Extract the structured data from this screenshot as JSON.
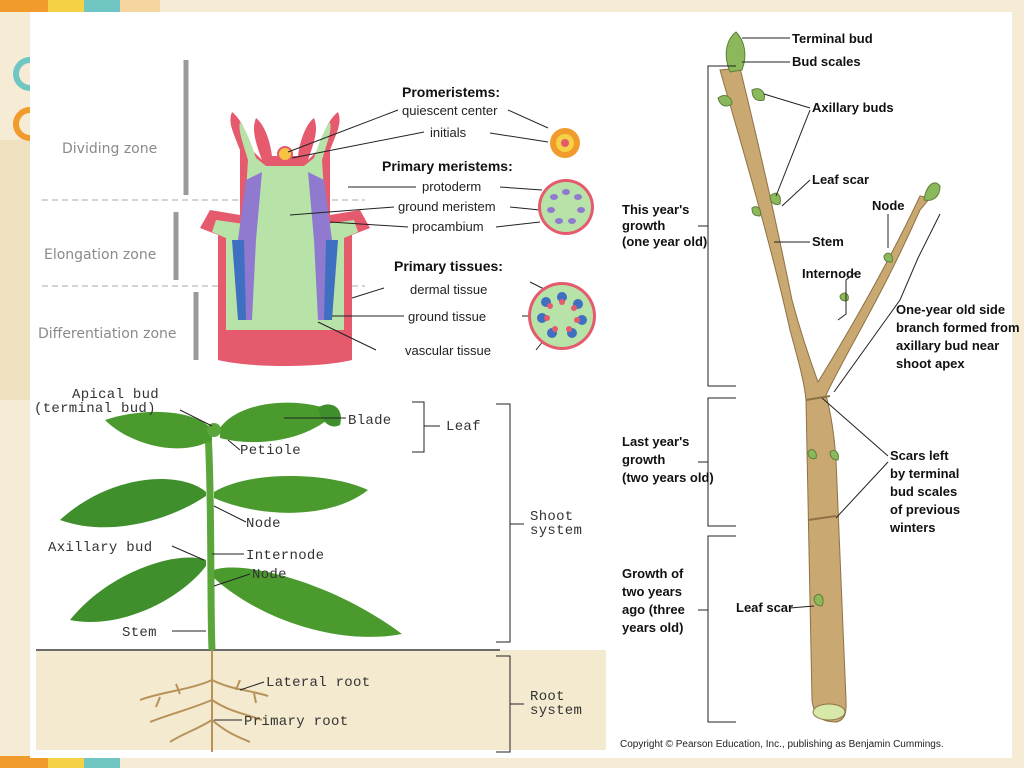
{
  "meristem_panel": {
    "zones": [
      "Dividing zone",
      "Elongation zone",
      "Differentiation zone"
    ],
    "promeristems_heading": "Promeristems:",
    "promeristems": [
      "quiescent center",
      "initials"
    ],
    "primary_meristems_heading": "Primary meristems:",
    "primary_meristems": [
      "protoderm",
      "ground meristem",
      "procambium"
    ],
    "primary_tissues_heading": "Primary tissues:",
    "primary_tissues": [
      "dermal tissue",
      "ground tissue",
      "vascular tissue"
    ]
  },
  "plant_panel": {
    "apical_bud": "Apical bud",
    "terminal_bud": "(terminal bud)",
    "blade": "Blade",
    "leaf": "Leaf",
    "petiole": "Petiole",
    "node_upper": "Node",
    "axillary_bud": "Axillary bud",
    "internode": "Internode",
    "node_lower": "Node",
    "stem": "Stem",
    "shoot_system": [
      "Shoot",
      "system"
    ],
    "lateral_root": "Lateral root",
    "primary_root": "Primary root",
    "root_system": [
      "Root",
      "system"
    ]
  },
  "twig_panel": {
    "terminal_bud": "Terminal bud",
    "bud_scales": "Bud scales",
    "axillary_buds": "Axillary buds",
    "leaf_scar": "Leaf scar",
    "node": "Node",
    "stem": "Stem",
    "internode": "Internode",
    "this_year": [
      "This year's",
      "growth",
      "(one year old)"
    ],
    "side_branch": [
      "One-year old side",
      "branch formed from",
      "axillary bud near",
      "shoot apex"
    ],
    "last_year": [
      "Last year's",
      "growth",
      "(two years old)"
    ],
    "scars": [
      "Scars left",
      "by terminal",
      "bud scales",
      "of previous",
      "winters"
    ],
    "two_years_ago": [
      "Growth of",
      "two years",
      "ago (three",
      "years old)"
    ],
    "leaf_scar_lower": "Leaf scar",
    "copyright": "Copyright © Pearson Education, Inc., publishing as Benjamin Cummings."
  },
  "colors": {
    "background": "#f6ecd6",
    "stripe_teal": "#6fc6c2",
    "stripe_orange": "#f19b2c",
    "stripe_yellow": "#f5d146",
    "meristem_green": "#b7e3a8",
    "epidermis_red": "#e65a6e",
    "procambium_purple": "#8f7ad0",
    "vascular_blue": "#3f6fc0",
    "leaf_green": "#3f8f2c",
    "twig_tan": "#c9a872",
    "bud_green": "#8bb85a"
  }
}
